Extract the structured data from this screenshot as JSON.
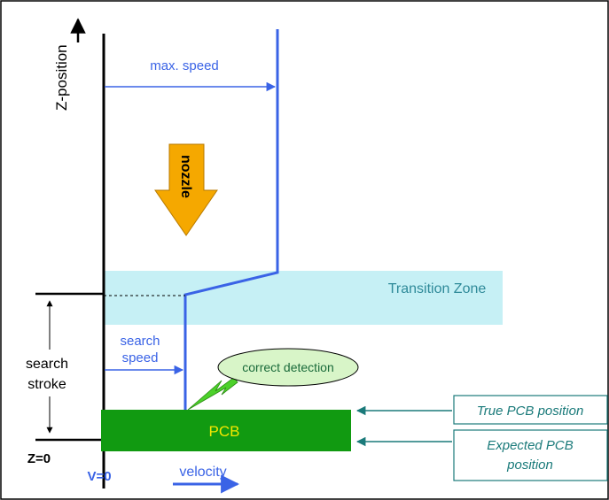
{
  "labels": {
    "z_position": "Z-position",
    "max_speed": "max. speed",
    "nozzle": "nozzle",
    "transition_zone": "Transition Zone",
    "search_speed_line1": "search",
    "search_speed_line2": "speed",
    "search_stroke_line1": "search",
    "search_stroke_line2": "stroke",
    "correct_detection": "correct detection",
    "pcb": "PCB",
    "z_zero": "Z=0",
    "v_zero": "V=0",
    "velocity": "velocity"
  },
  "callouts": {
    "true_pcb": "True PCB position",
    "expected_pcb_line1": "Expected PCB",
    "expected_pcb_line2": "position"
  },
  "colors": {
    "speed_profile": "#3a63e6",
    "arrow_blue": "#3a63e6",
    "nozzle_fill": "#f5a800",
    "transition_zone": "#c6f0f5",
    "transition_text": "#2f8a99",
    "pcb_fill": "#119a11",
    "pcb_text": "#f5e800",
    "detection_bubble": "#d8f5c8",
    "lightning": "#4cd12a",
    "callout": "#1a7a7a",
    "axis": "#000000"
  }
}
